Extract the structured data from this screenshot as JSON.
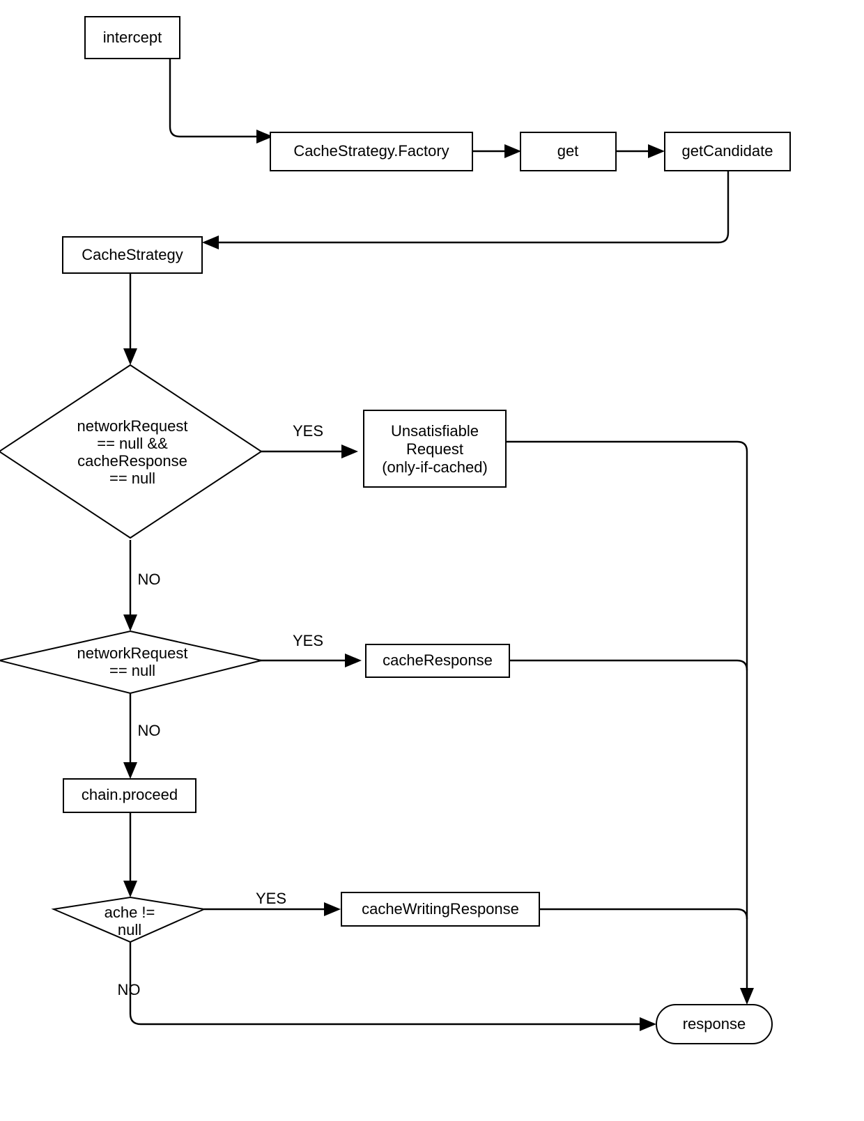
{
  "diagram": {
    "title": "OkHttp CacheInterceptor flow",
    "background_color": "#ffffff",
    "stroke_color": "#000000",
    "nodes": {
      "intercept": {
        "label": "intercept",
        "shape": "rect"
      },
      "cache_strategy_factory": {
        "label": "CacheStrategy.Factory",
        "shape": "rect"
      },
      "get": {
        "label": "get",
        "shape": "rect"
      },
      "get_candidate": {
        "label": "getCandidate",
        "shape": "rect"
      },
      "cache_strategy": {
        "label": "CacheStrategy",
        "shape": "rect"
      },
      "decision_both_null": {
        "shape": "diamond",
        "line1": "networkRequest",
        "line2": "== null &&",
        "line3": "cacheResponse",
        "line4": "== null"
      },
      "unsatisfiable_request": {
        "shape": "rect",
        "line1": "Unsatisfiable",
        "line2": "Request",
        "line3": "(only-if-cached)"
      },
      "decision_network_null": {
        "shape": "diamond",
        "line1": "networkRequest",
        "line2": "== null"
      },
      "cache_response": {
        "label": "cacheResponse",
        "shape": "rect"
      },
      "chain_proceed": {
        "label": "chain.proceed",
        "shape": "rect"
      },
      "decision_cache_not_null": {
        "shape": "diamond",
        "line1": "ache !=",
        "line2": "null"
      },
      "cache_writing_response": {
        "label": "cacheWritingResponse",
        "shape": "rect"
      },
      "response": {
        "label": "response",
        "shape": "stadium"
      }
    },
    "edge_labels": {
      "yes_1": "YES",
      "no_1": "NO",
      "yes_2": "YES",
      "no_2": "NO",
      "yes_3": "YES",
      "no_3": "NO"
    }
  }
}
